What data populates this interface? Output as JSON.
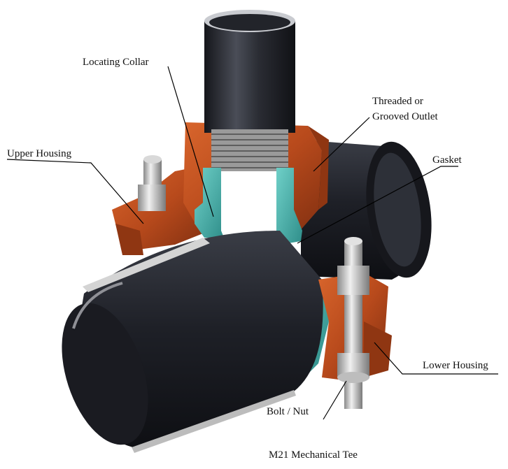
{
  "caption": "M21 Mechanical Tee",
  "labels": {
    "locating_collar": "Locating Collar",
    "threaded_outlet_line1": "Threaded or",
    "threaded_outlet_line2": "Grooved Outlet",
    "upper_housing": "Upper Housing",
    "gasket": "Gasket",
    "lower_housing": "Lower Housing",
    "bolt_nut": "Bolt / Nut"
  },
  "colors": {
    "pipe": "#1c1e24",
    "housing": "#b84a1c",
    "gasket": "#4fb6b0",
    "steel": "#c8c8c8",
    "leader": "#000000"
  }
}
